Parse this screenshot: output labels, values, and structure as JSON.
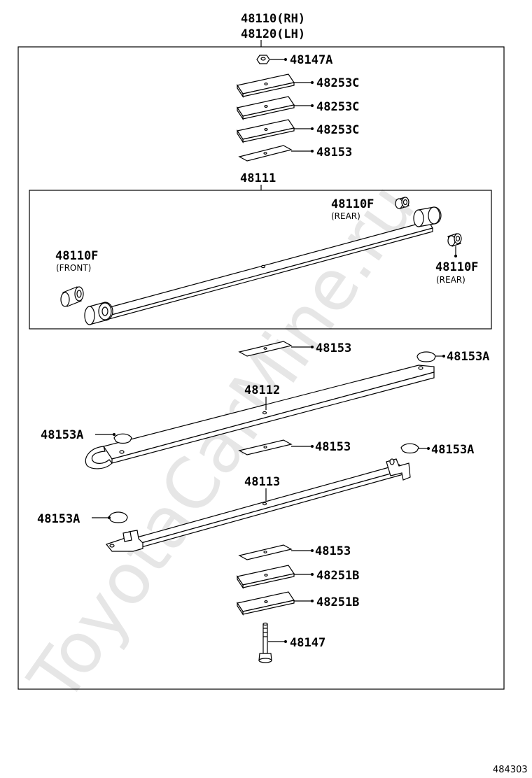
{
  "watermark": "ToyotaCarMine.ru",
  "assembly": {
    "rh": "48110(RH)",
    "lh": "48120(LH)"
  },
  "subassembly": "48111",
  "labels": {
    "nut": "48147A",
    "plate1": "48253C",
    "plate2": "48253C",
    "plate3": "48253C",
    "liner_top": "48153",
    "bush_rear_top": "48110F",
    "bush_rear_top_sub": "(REAR)",
    "bush_front": "48110F",
    "bush_front_sub": "(FRONT)",
    "bush_rear_side": "48110F",
    "bush_rear_side_sub": "(REAR)",
    "liner_2": "48153",
    "clip_1": "48153A",
    "leaf_2": "48112",
    "clip_2": "48153A",
    "liner_3": "48153",
    "clip_3": "48153A",
    "leaf_3": "48113",
    "clip_4": "48153A",
    "liner_4": "48153",
    "plate_b1": "48251B",
    "plate_b2": "48251B",
    "bolt": "48147"
  },
  "diagram_code": "484303"
}
